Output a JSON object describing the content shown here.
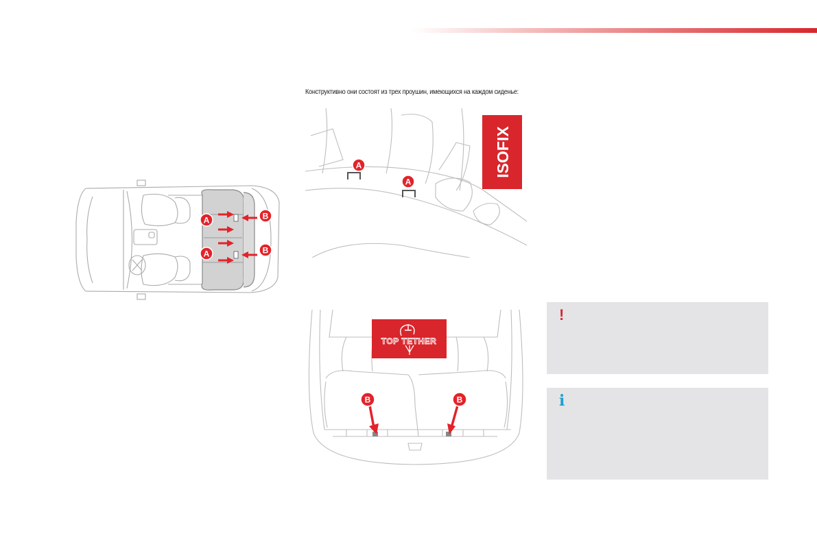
{
  "header": {
    "accent_color": "#d8262c"
  },
  "figure_caption": "Конструктивно они состоят из трех проушин, имеющихся на каждом сиденье:",
  "labels": {
    "isofix": "ISOFIX",
    "top_tether_logo": "TOP TETHER",
    "point_a": "A",
    "point_b": "B"
  },
  "notes": [
    {
      "type": "warning",
      "icon": "exclamation-icon",
      "glyph": "!",
      "color": "#d8262c"
    },
    {
      "type": "info",
      "icon": "info-icon",
      "glyph": "i",
      "color": "#1e9fd0"
    }
  ]
}
